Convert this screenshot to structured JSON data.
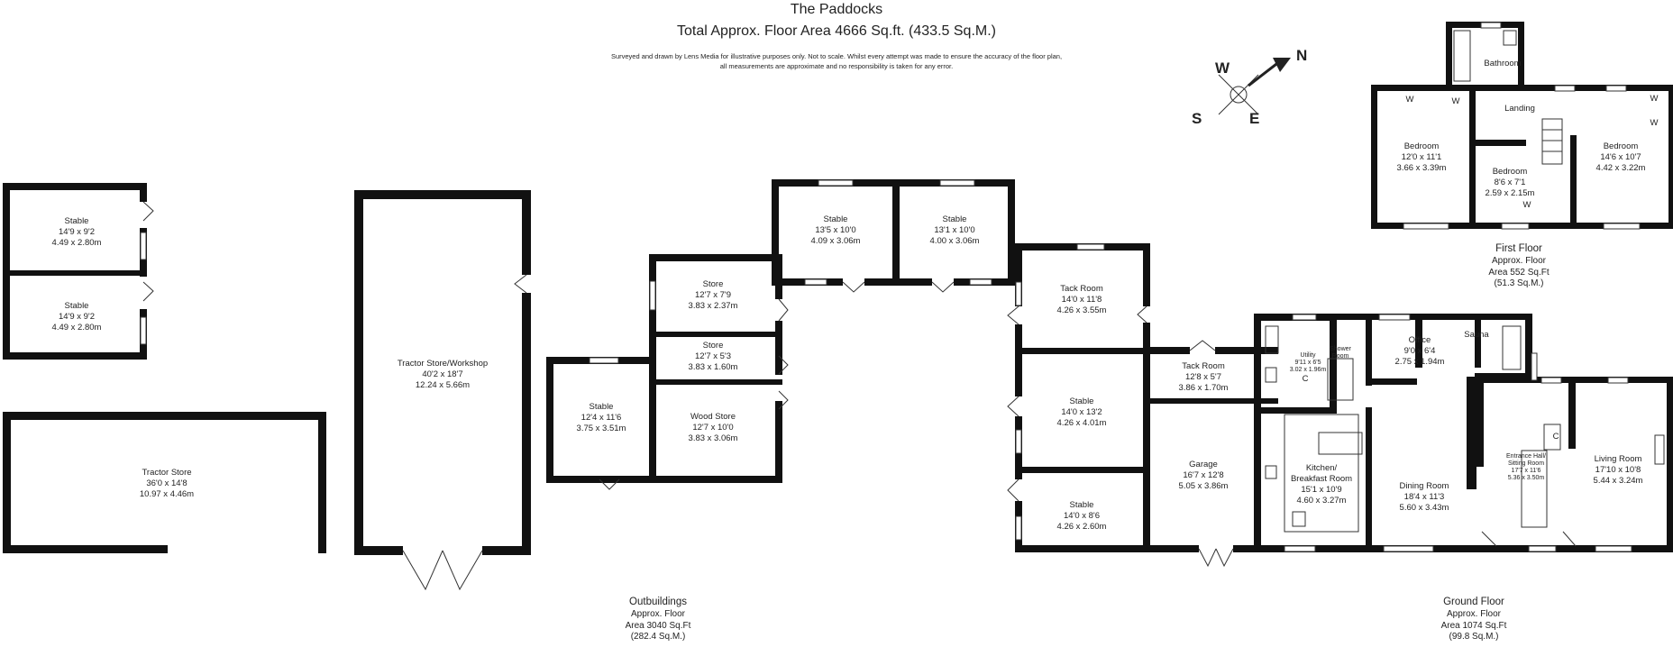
{
  "title": "The Paddocks",
  "total_area": "Total Approx. Floor Area 4666 Sq.ft. (433.5 Sq.M.)",
  "disclaimer": [
    "Surveyed and drawn by Lens Media for illustrative purposes only. Not to scale. Whilst every attempt was made to ensure the accuracy of the floor plan,",
    "all measurements are approximate and no responsibility is taken for any error."
  ],
  "compass": {
    "north": "N",
    "south": "S",
    "east": "E",
    "west": "W"
  },
  "sections": {
    "outbuildings": {
      "name": "Outbuildings",
      "area_label": "Approx. Floor",
      "area_sqft": "Area 3040 Sq.Ft",
      "area_sqm": "(282.4 Sq.M.)"
    },
    "ground_floor": {
      "name": "Ground Floor",
      "area_label": "Approx. Floor",
      "area_sqft": "Area 1074 Sq.Ft",
      "area_sqm": "(99.8 Sq.M.)"
    },
    "first_floor": {
      "name": "First Floor",
      "area_label": "Approx. Floor",
      "area_sqft": "Area 552 Sq.Ft",
      "area_sqm": "(51.3 Sq.M.)"
    }
  },
  "rooms": {
    "stable_a": [
      "Stable",
      "14'9 x 9'2",
      "4.49 x 2.80m"
    ],
    "stable_b": [
      "Stable",
      "14'9 x 9'2",
      "4.49 x 2.80m"
    ],
    "tractor_store": [
      "Tractor Store",
      "36'0 x 14'8",
      "10.97 x 4.46m"
    ],
    "tractor_workshop": [
      "Tractor Store/Workshop",
      "40'2 x 18'7",
      "12.24 x 5.66m"
    ],
    "stable_c": [
      "Stable",
      "12'4 x 11'6",
      "3.75 x 3.51m"
    ],
    "store_a": [
      "Store",
      "12'7 x 7'9",
      "3.83 x 2.37m"
    ],
    "store_b": [
      "Store",
      "12'7 x 5'3",
      "3.83 x 1.60m"
    ],
    "wood_store": [
      "Wood Store",
      "12'7 x 10'0",
      "3.83 x 3.06m"
    ],
    "stable_d": [
      "Stable",
      "13'5 x 10'0",
      "4.09 x 3.06m"
    ],
    "stable_e": [
      "Stable",
      "13'1 x 10'0",
      "4.00 x 3.06m"
    ],
    "tack_room_a": [
      "Tack Room",
      "14'0 x 11'8",
      "4.26 x 3.55m"
    ],
    "stable_f": [
      "Stable",
      "14'0 x 13'2",
      "4.26 x 4.01m"
    ],
    "stable_g": [
      "Stable",
      "14'0 x 8'6",
      "4.26 x 2.60m"
    ],
    "tack_room_b": [
      "Tack Room",
      "12'8 x 5'7",
      "3.86 x 1.70m"
    ],
    "garage": [
      "Garage",
      "16'7 x 12'8",
      "5.05 x 3.86m"
    ],
    "utility": [
      "Utility",
      "9'11 x 6'5",
      "3.02 x 1.96m"
    ],
    "shower_room": [
      "Shower",
      "Room"
    ],
    "office": [
      "Office",
      "9'0 x 6'4",
      "2.75 x 1.94m"
    ],
    "sauna": [
      "Sauna"
    ],
    "kitchen": [
      "Kitchen/",
      "Breakfast Room",
      "15'1 x 10'9",
      "4.60 x 3.27m"
    ],
    "dining_room": [
      "Dining Room",
      "18'4 x 11'3",
      "5.60 x 3.43m"
    ],
    "entrance_hall": [
      "Entrance Hall/",
      "Sitting Room",
      "17'7 x 11'6",
      "5.36 x 3.50m"
    ],
    "living_room": [
      "Living Room",
      "17'10 x 10'8",
      "5.44 x 3.24m"
    ],
    "bathroom": [
      "Bathroom"
    ],
    "landing": [
      "Landing"
    ],
    "bedroom_a": [
      "Bedroom",
      "12'0 x 11'1",
      "3.66 x 3.39m"
    ],
    "bedroom_b": [
      "Bedroom",
      "8'6 x 7'1",
      "2.59 x 2.15m"
    ],
    "bedroom_c": [
      "Bedroom",
      "14'6 x 10'7",
      "4.42 x 3.22m"
    ]
  },
  "markers": {
    "wardrobe": "W",
    "cupboard": "C"
  }
}
